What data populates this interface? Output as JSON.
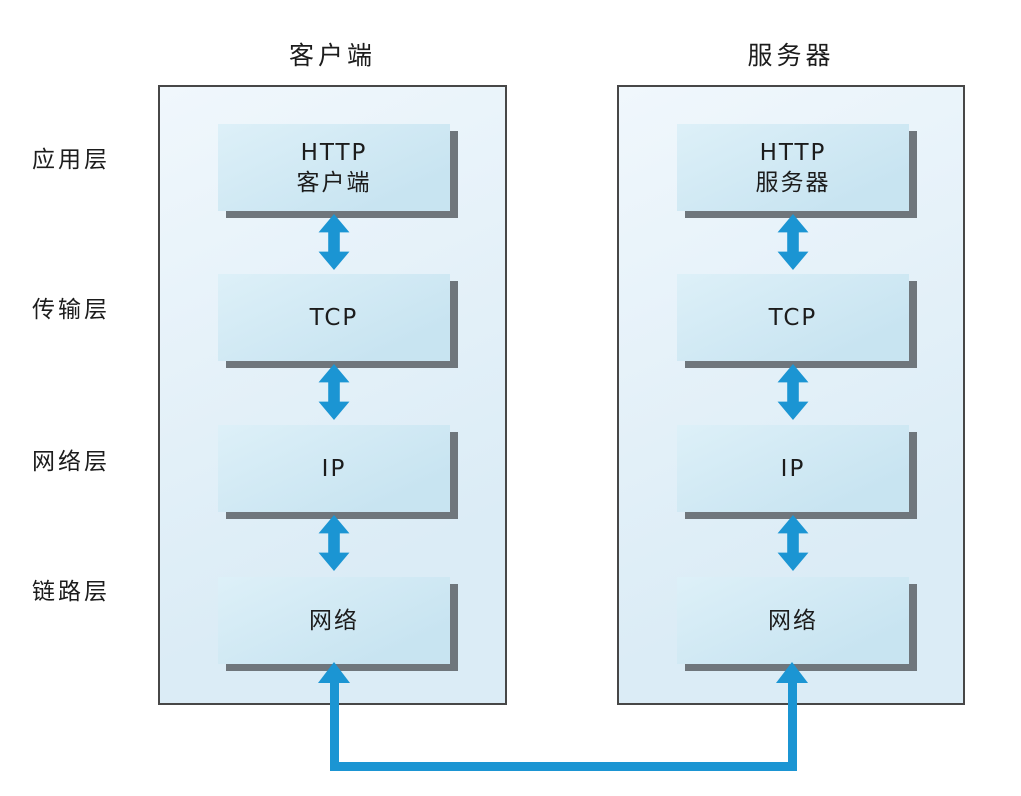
{
  "diagram": {
    "client": {
      "title": "客户端",
      "layers": [
        {
          "line1": "HTTP",
          "line2": "客户端"
        },
        {
          "line1": "TCP",
          "line2": ""
        },
        {
          "line1": "IP",
          "line2": ""
        },
        {
          "line1": "网络",
          "line2": ""
        }
      ]
    },
    "server": {
      "title": "服务器",
      "layers": [
        {
          "line1": "HTTP",
          "line2": "服务器"
        },
        {
          "line1": "TCP",
          "line2": ""
        },
        {
          "line1": "IP",
          "line2": ""
        },
        {
          "line1": "网络",
          "line2": ""
        }
      ]
    },
    "row_labels": [
      "应用层",
      "传输层",
      "网络层",
      "链路层"
    ],
    "colors": {
      "arrow": "#1b95d3",
      "panel_fill": "#dbecf6",
      "box_fill": "#c8e4f1",
      "border": "#474747",
      "shadow": "#6f767c",
      "text": "#1c1c1c"
    }
  }
}
